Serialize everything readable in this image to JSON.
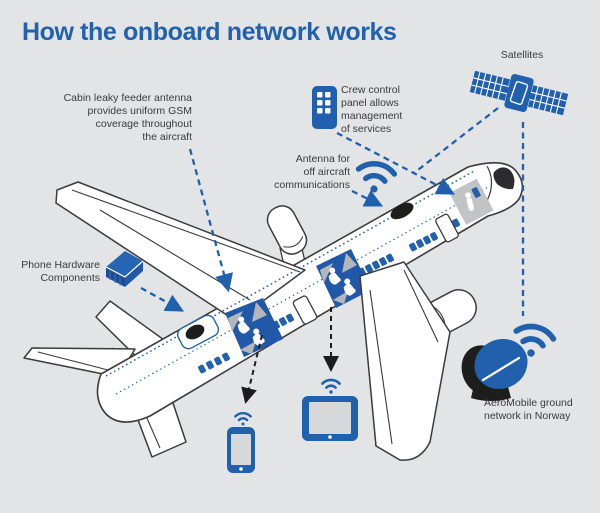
{
  "title": "How the onboard network works",
  "labels": {
    "satellites": "Satellites",
    "cabin_leaky_feeder": "Cabin leaky feeder antenna\nprovides uniform GSM\ncoverage throughout\nthe aircraft",
    "crew_control": "Crew control\npanel allows\nmanagement\nof services",
    "antenna": "Antenna for\noff aircraft\ncommunications",
    "phone_hardware": "Phone Hardware\nComponents",
    "ground_network": "AeroMobile ground\nnetwork in Norway"
  },
  "colors": {
    "accent_blue": "#2160ac",
    "background": "#e3e4e6",
    "label_text": "#3a3a3a",
    "plane_outline": "#3b3b3d",
    "connector_black": "#1c1c1c",
    "ground_station_black": "#1d1d1b"
  },
  "icons": {
    "satellite": "satellite-icon",
    "crew_control_panel": "crew-panel-icon",
    "phone_hardware_box": "hardware-box-icon",
    "onboard_antenna_wifi": "wifi-icon",
    "smartphone": "smartphone-icon",
    "tablet": "tablet-icon",
    "ground_station": "satellite-dish-icon",
    "airplane": "airplane-cutaway-illustration"
  }
}
